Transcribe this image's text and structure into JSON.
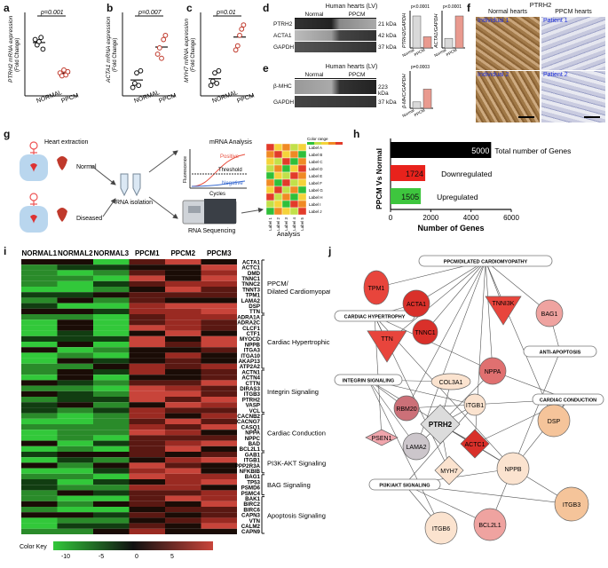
{
  "panels": {
    "a": {
      "label": "a",
      "ylabel": "PTRH2 mRNA expression",
      "yunit": "(Fold Change)",
      "pvalue": "p=0.001",
      "groups": [
        "NORMAL",
        "PPCM"
      ]
    },
    "b": {
      "label": "b",
      "ylabel": "ACTA1 mRNA expression",
      "yunit": "(Fold Change)",
      "pvalue": "p=0.007",
      "groups": [
        "NORMAL",
        "PPCM"
      ]
    },
    "c": {
      "label": "c",
      "ylabel": "MYH7 mRNA expression",
      "yunit": "(Fold Change)",
      "pvalue": "p=0.01",
      "groups": [
        "NORMAL",
        "PPCM"
      ]
    },
    "d": {
      "label": "d",
      "title": "Human hearts (LV)",
      "groups": [
        "Normal",
        "PPCM"
      ],
      "rows": [
        "PTRH2",
        "ACTA1",
        "GAPDH"
      ],
      "sizes": [
        "21 kDa",
        "42 kDa",
        "37 kDa"
      ],
      "chart1": {
        "ylabel": "PTRH2/GAPDH",
        "p": "p<0.0001",
        "x": [
          "Normal",
          "PPCM"
        ]
      },
      "chart2": {
        "ylabel": "ACTA1/GAPDH",
        "p": "p<0.0001",
        "x": [
          "Normal",
          "PPCM"
        ]
      }
    },
    "e": {
      "label": "e",
      "title": "Human hearts (LV)",
      "groups": [
        "Normal",
        "PPCM"
      ],
      "rows": [
        "β-MHC",
        "GAPDH"
      ],
      "sizes": [
        "223 kDa",
        "37 kDa"
      ],
      "chart": {
        "ylabel": "β-MHC/GAPDH",
        "p": "p=0.0003",
        "x": [
          "Normal",
          "PPCM"
        ]
      }
    },
    "f": {
      "label": "f",
      "title": "PTRH2",
      "col1": "Normal hearts",
      "col2": "PPCM hearts",
      "tiles": [
        "Individual 1",
        "Patient 1",
        "Individual 2",
        "Patient 2"
      ]
    },
    "g": {
      "label": "g",
      "extraction": "Heart extraction",
      "normal": "Normal",
      "diseased": "Diseased",
      "rna_isolation": "RNA isolation",
      "mrna": "mRNA Analysis",
      "positive": "Positive",
      "threshold": "Threshold",
      "negative": "Negative",
      "fluorescence": "Fluorescence",
      "cycles": "Cycles",
      "color_range": "Color range",
      "labels": [
        "Label A",
        "Label B",
        "Label C",
        "Label D",
        "Label E",
        "Label F",
        "Label G",
        "Label H",
        "Label I",
        "Label J"
      ],
      "col_labels": [
        "Label 1",
        "Label 2",
        "Label 3",
        "Label 4",
        "Label 5"
      ],
      "sequencing": "RNA Sequencing",
      "analysis": "Analysis"
    },
    "h": {
      "label": "h",
      "ylabel": "PPCM Vs Normal",
      "xlabel": "Number of Genes"
    },
    "i": {
      "label": "i",
      "columns": [
        "NORMAL1",
        "NORMAL2",
        "NORMAL3",
        "PPCM1",
        "PPCM2",
        "PPCM3"
      ],
      "genes": [
        "ACTA1",
        "ACTC1",
        "DMD",
        "TNNC1",
        "TNNC2",
        "TNNT3",
        "TPM1",
        "LAMA2",
        "DSP",
        "TTN",
        "ADRA1A",
        "ADRA2C",
        "CLCF1",
        "CTF1",
        "MYOCD",
        "NPPB",
        "ITGA3",
        "ITGA10",
        "AKAP13",
        "ATP2A2",
        "ACTN1",
        "ACTN4",
        "CTTN",
        "DIRAS3",
        "ITGB3",
        "PTRH2",
        "VASP",
        "VCL",
        "CACNB2",
        "CACNG7",
        "CASQ1",
        "NPPA",
        "NPPC",
        "BAD",
        "BCL2L1",
        "GAB1",
        "ITGB1",
        "PPP2R3A",
        "NFKBIB",
        "BAG1",
        "TP53",
        "PSMD6",
        "PSMC4",
        "BAK1",
        "BIRC2",
        "BIRC6",
        "CAPN3",
        "VTN",
        "CALM2",
        "CAPN9"
      ],
      "groups": [
        {
          "name": "PPCM/\nDilated Cardiomyopathy",
          "start": 0,
          "end": 9
        },
        {
          "name": "Cardiac Hypertrophic",
          "start": 10,
          "end": 19
        },
        {
          "name": "Integrin Signaling",
          "start": 20,
          "end": 27
        },
        {
          "name": "Cardiac Conduction",
          "start": 28,
          "end": 34
        },
        {
          "name": "PI3K-AKT Signaling",
          "start": 35,
          "end": 38
        },
        {
          "name": "BAG Signaling",
          "start": 39,
          "end": 42
        },
        {
          "name": "Apoptosis Signaling",
          "start": 43,
          "end": 49
        }
      ],
      "color_key": "Color Key",
      "key_ticks": [
        "-10",
        "-5",
        "0",
        "5"
      ]
    },
    "j": {
      "label": "j"
    }
  },
  "chart_data": [
    {
      "type": "bar",
      "title": "",
      "xlabel": "Number of Genes",
      "ylabel": "PPCM Vs Normal",
      "categories": [
        "Total number of Genes",
        "Downregulated",
        "Upregulated"
      ],
      "values": [
        5000,
        1724,
        1505
      ],
      "colors": [
        "#000000",
        "#e8221c",
        "#3ec63e"
      ],
      "xlim": [
        0,
        6000
      ],
      "xticks": [
        0,
        2000,
        4000,
        6000
      ]
    },
    {
      "type": "scatter",
      "title": "",
      "ylabel": "PTRH2 mRNA expression (Fold Change)",
      "categories": [
        "NORMAL",
        "PPCM"
      ],
      "series": [
        {
          "values": [
            1.35,
            1.22,
            1.3,
            1.4,
            1.12
          ]
        },
        {
          "values": [
            0.55,
            0.48,
            0.62,
            0.5,
            0.58
          ]
        }
      ]
    },
    {
      "type": "scatter",
      "title": "",
      "ylabel": "ACTA1 mRNA expression (Fold Change)",
      "categories": [
        "NORMAL",
        "PPCM"
      ],
      "series": [
        {
          "values": [
            0.2,
            0.3,
            0.55,
            0.25,
            0.6
          ]
        },
        {
          "values": [
            1.0,
            1.15,
            0.9,
            1.35,
            1.45
          ]
        }
      ]
    },
    {
      "type": "scatter",
      "title": "",
      "ylabel": "MYH7 mRNA expression (Fold Change)",
      "categories": [
        "NORMAL",
        "PPCM"
      ],
      "series": [
        {
          "values": [
            0.25,
            0.35,
            0.55,
            0.3,
            0.6
          ]
        },
        {
          "values": [
            1.1,
            1.2,
            1.45,
            1.6,
            1.7
          ]
        }
      ]
    }
  ],
  "network": {
    "hubs": [
      "PPCM/DILATED CARDIOMYOPATHY",
      "CARDIAC HYPERTROPHY",
      "INTEGRIN SIGNALING",
      "ANTI-APOPTOSIS",
      "CARDIAC CONDUCTION",
      "PI3K/AKT SIGNALING"
    ],
    "nodes": [
      "TPM1",
      "ACTA1",
      "TNNC1",
      "TTN",
      "TNNI3K",
      "BAG1",
      "NPPA",
      "COL3A1",
      "RBM20",
      "PTRH2",
      "ITGB1",
      "PSEN1",
      "LAMA2",
      "ACTC1",
      "DSP",
      "MYH7",
      "NPPB",
      "ITGB6",
      "BCL2L1",
      "ITGB3"
    ]
  },
  "colors": {
    "red": "#e8221c",
    "green": "#3ec63e",
    "salmon": "#e99a8f"
  }
}
